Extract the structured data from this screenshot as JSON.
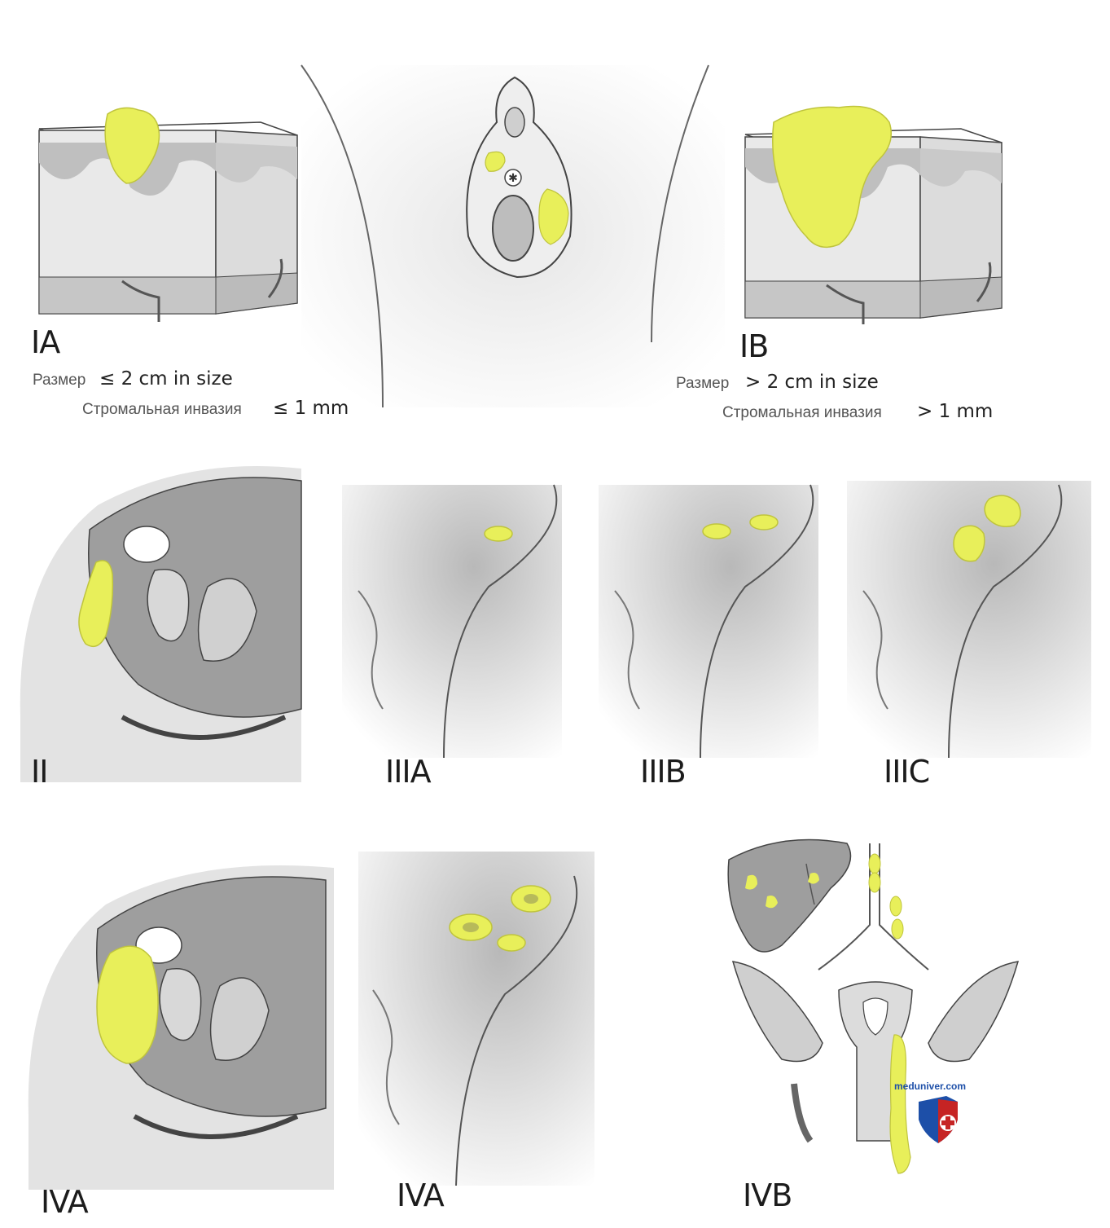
{
  "labels": {
    "IA": "IA",
    "IB": "IB",
    "II": "II",
    "IIIA": "IIIA",
    "IIIB": "IIIB",
    "IIIC": "IIIC",
    "IVA_left": "IVA",
    "IVA_mid": "IVA",
    "IVB": "IVB"
  },
  "captions": {
    "IA_size_ru": "Размер",
    "IA_size_en": "≤ 2 cm in size",
    "IA_inv_ru": "Стромальная инвазия",
    "IA_inv_en": "≤ 1 mm",
    "IB_size_ru": "Размер",
    "IB_size_en": "> 2 cm in size",
    "IB_inv_ru": "Стромальная инвазия",
    "IB_inv_en": "> 1 mm"
  },
  "watermark": "meduniver.com",
  "colors": {
    "tumor": "#e8ef5a",
    "tissue": "#d9d9d9",
    "skin": "#f3f3f3",
    "line": "#555555"
  }
}
